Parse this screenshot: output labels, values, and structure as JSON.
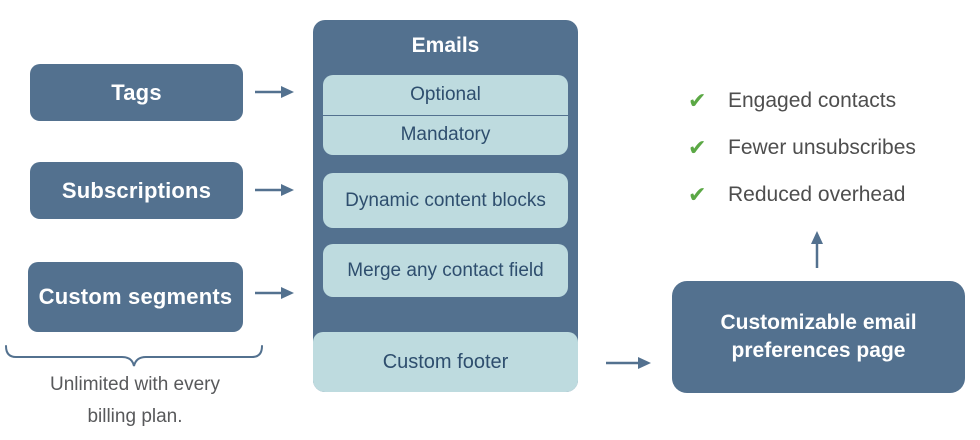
{
  "colors": {
    "dark_blue": "#53718F",
    "light_blue": "#BEDBDF",
    "panel_text": "#2E4E6E",
    "check_green": "#5BA845",
    "benefit_text": "#4E4E4E",
    "note_text": "#58595B",
    "label_white": "#FFFFFF",
    "background": "#FFFFFF"
  },
  "left_column": {
    "boxes": [
      {
        "label": "Tags"
      },
      {
        "label": "Subscriptions"
      },
      {
        "label": "Custom segments"
      }
    ],
    "note": {
      "line1": "Unlimited with every",
      "line2": "billing plan."
    }
  },
  "emails_panel": {
    "title": "Emails",
    "toggle_box": {
      "optional_label": "Optional",
      "mandatory_label": "Mandatory"
    },
    "feature_boxes": [
      {
        "label": "Dynamic content blocks"
      },
      {
        "label": "Merge any contact field"
      }
    ],
    "footer_label": "Custom footer"
  },
  "benefits": {
    "check_icon": "✔",
    "items": [
      {
        "label": "Engaged contacts"
      },
      {
        "label": "Fewer unsubscribes"
      },
      {
        "label": "Reduced overhead"
      }
    ]
  },
  "preferences_box": {
    "line1": "Customizable email",
    "line2": "preferences page"
  }
}
